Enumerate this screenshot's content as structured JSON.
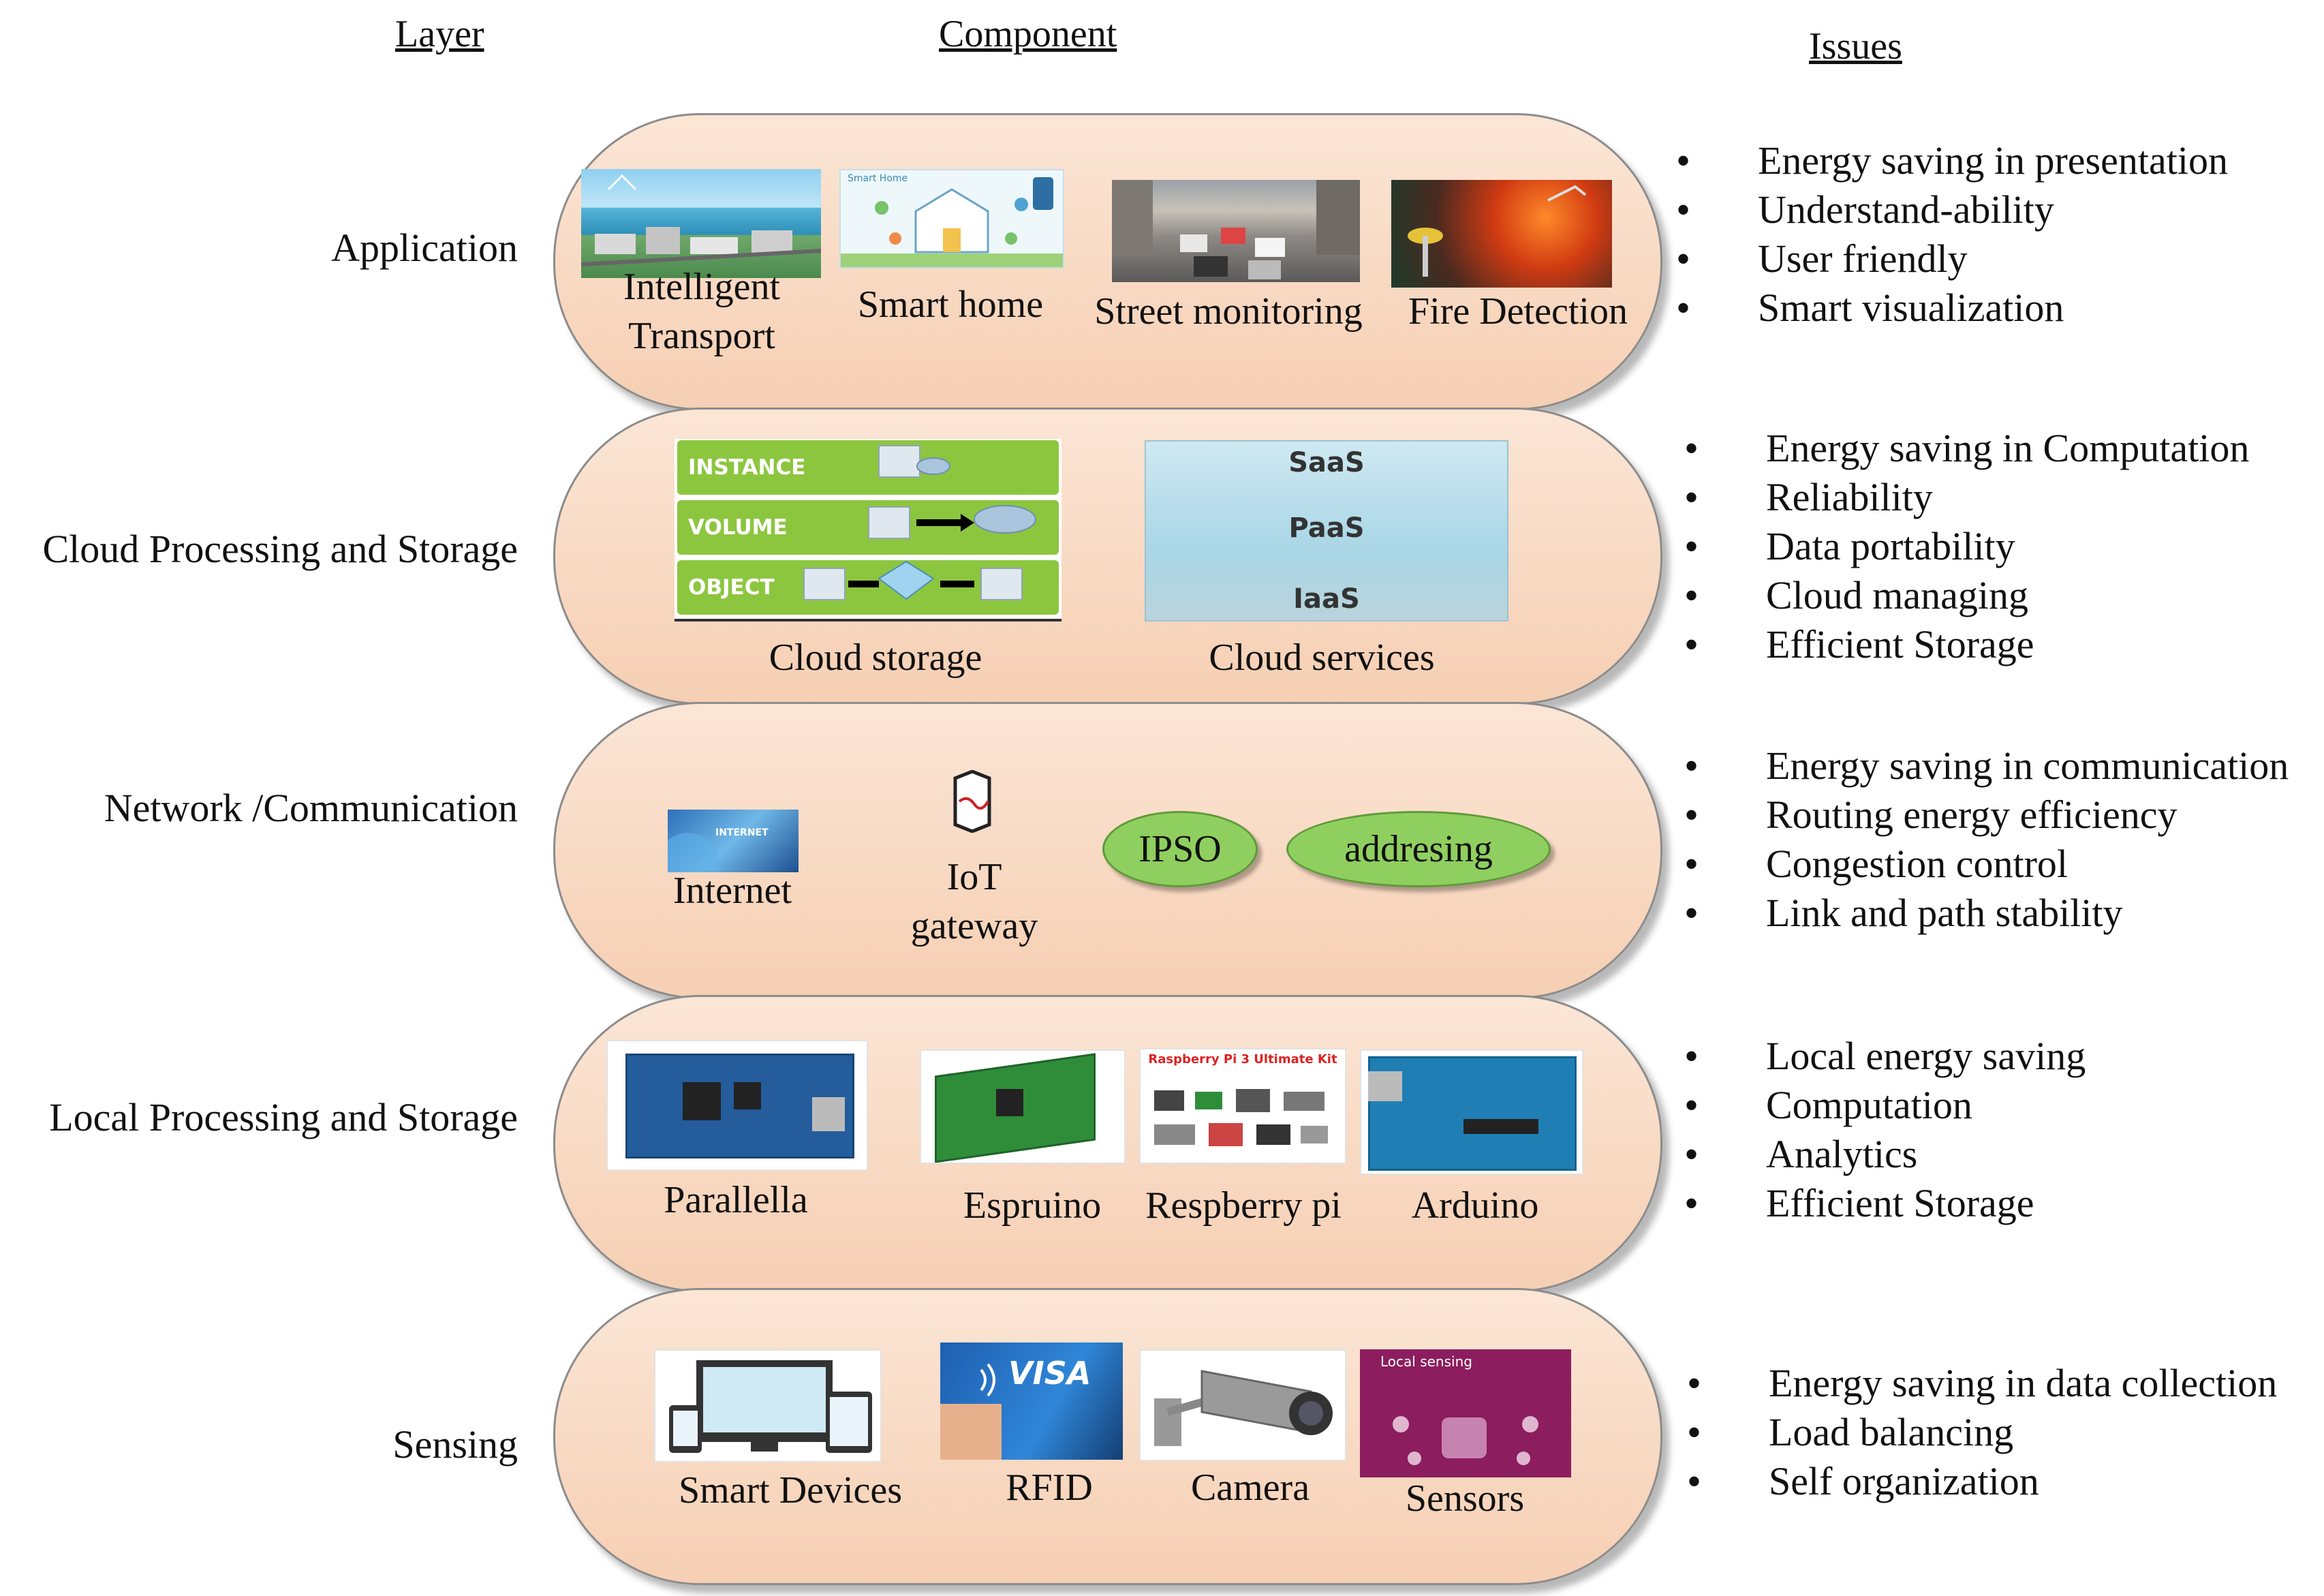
{
  "headers": {
    "layer": "Layer",
    "component": "Component",
    "issues": "Issues"
  },
  "layers": [
    {
      "name": "Application",
      "components": [
        "Intelligent Transport",
        "Smart home",
        "Street monitoring",
        "Fire Detection"
      ],
      "issues": [
        "Energy saving in presentation",
        "Understand-ability",
        "User friendly",
        "Smart visualization"
      ]
    },
    {
      "name": "Cloud Processing and Storage",
      "components": [
        "Cloud storage",
        "Cloud services"
      ],
      "issues": [
        "Energy saving in Computation",
        "Reliability",
        "Data portability",
        "Cloud managing",
        "Efficient Storage"
      ]
    },
    {
      "name": "Network /Communication",
      "components": [
        "Internet",
        "IoT gateway",
        "IPSO",
        "addresing"
      ],
      "issues": [
        "Energy saving in communication",
        "Routing energy efficiency",
        "Congestion control",
        "Link and path stability"
      ]
    },
    {
      "name": "Local Processing and Storage",
      "components": [
        "Parallella",
        "Espruino",
        "Respberry pi",
        "Arduino"
      ],
      "issues": [
        "Local energy saving",
        "Computation",
        "Analytics",
        "Efficient Storage"
      ]
    },
    {
      "name": "Sensing",
      "components": [
        "Smart Devices",
        "RFID",
        "Camera",
        "Sensors"
      ],
      "issues": [
        "Energy saving in data collection",
        "Load balancing",
        "Self organization"
      ]
    }
  ],
  "image_text": {
    "smart_home": "Smart Home",
    "cloud_storage_rows": [
      "INSTANCE",
      "VOLUME",
      "OBJECT"
    ],
    "cloud_service_tiers": [
      "SaaS",
      "PaaS",
      "IaaS"
    ],
    "internet": "INTERNET",
    "raspberry_kit": "Raspberry Pi 3 Ultimate Kit",
    "visa": "VISA",
    "local_sensing": "Local sensing"
  }
}
